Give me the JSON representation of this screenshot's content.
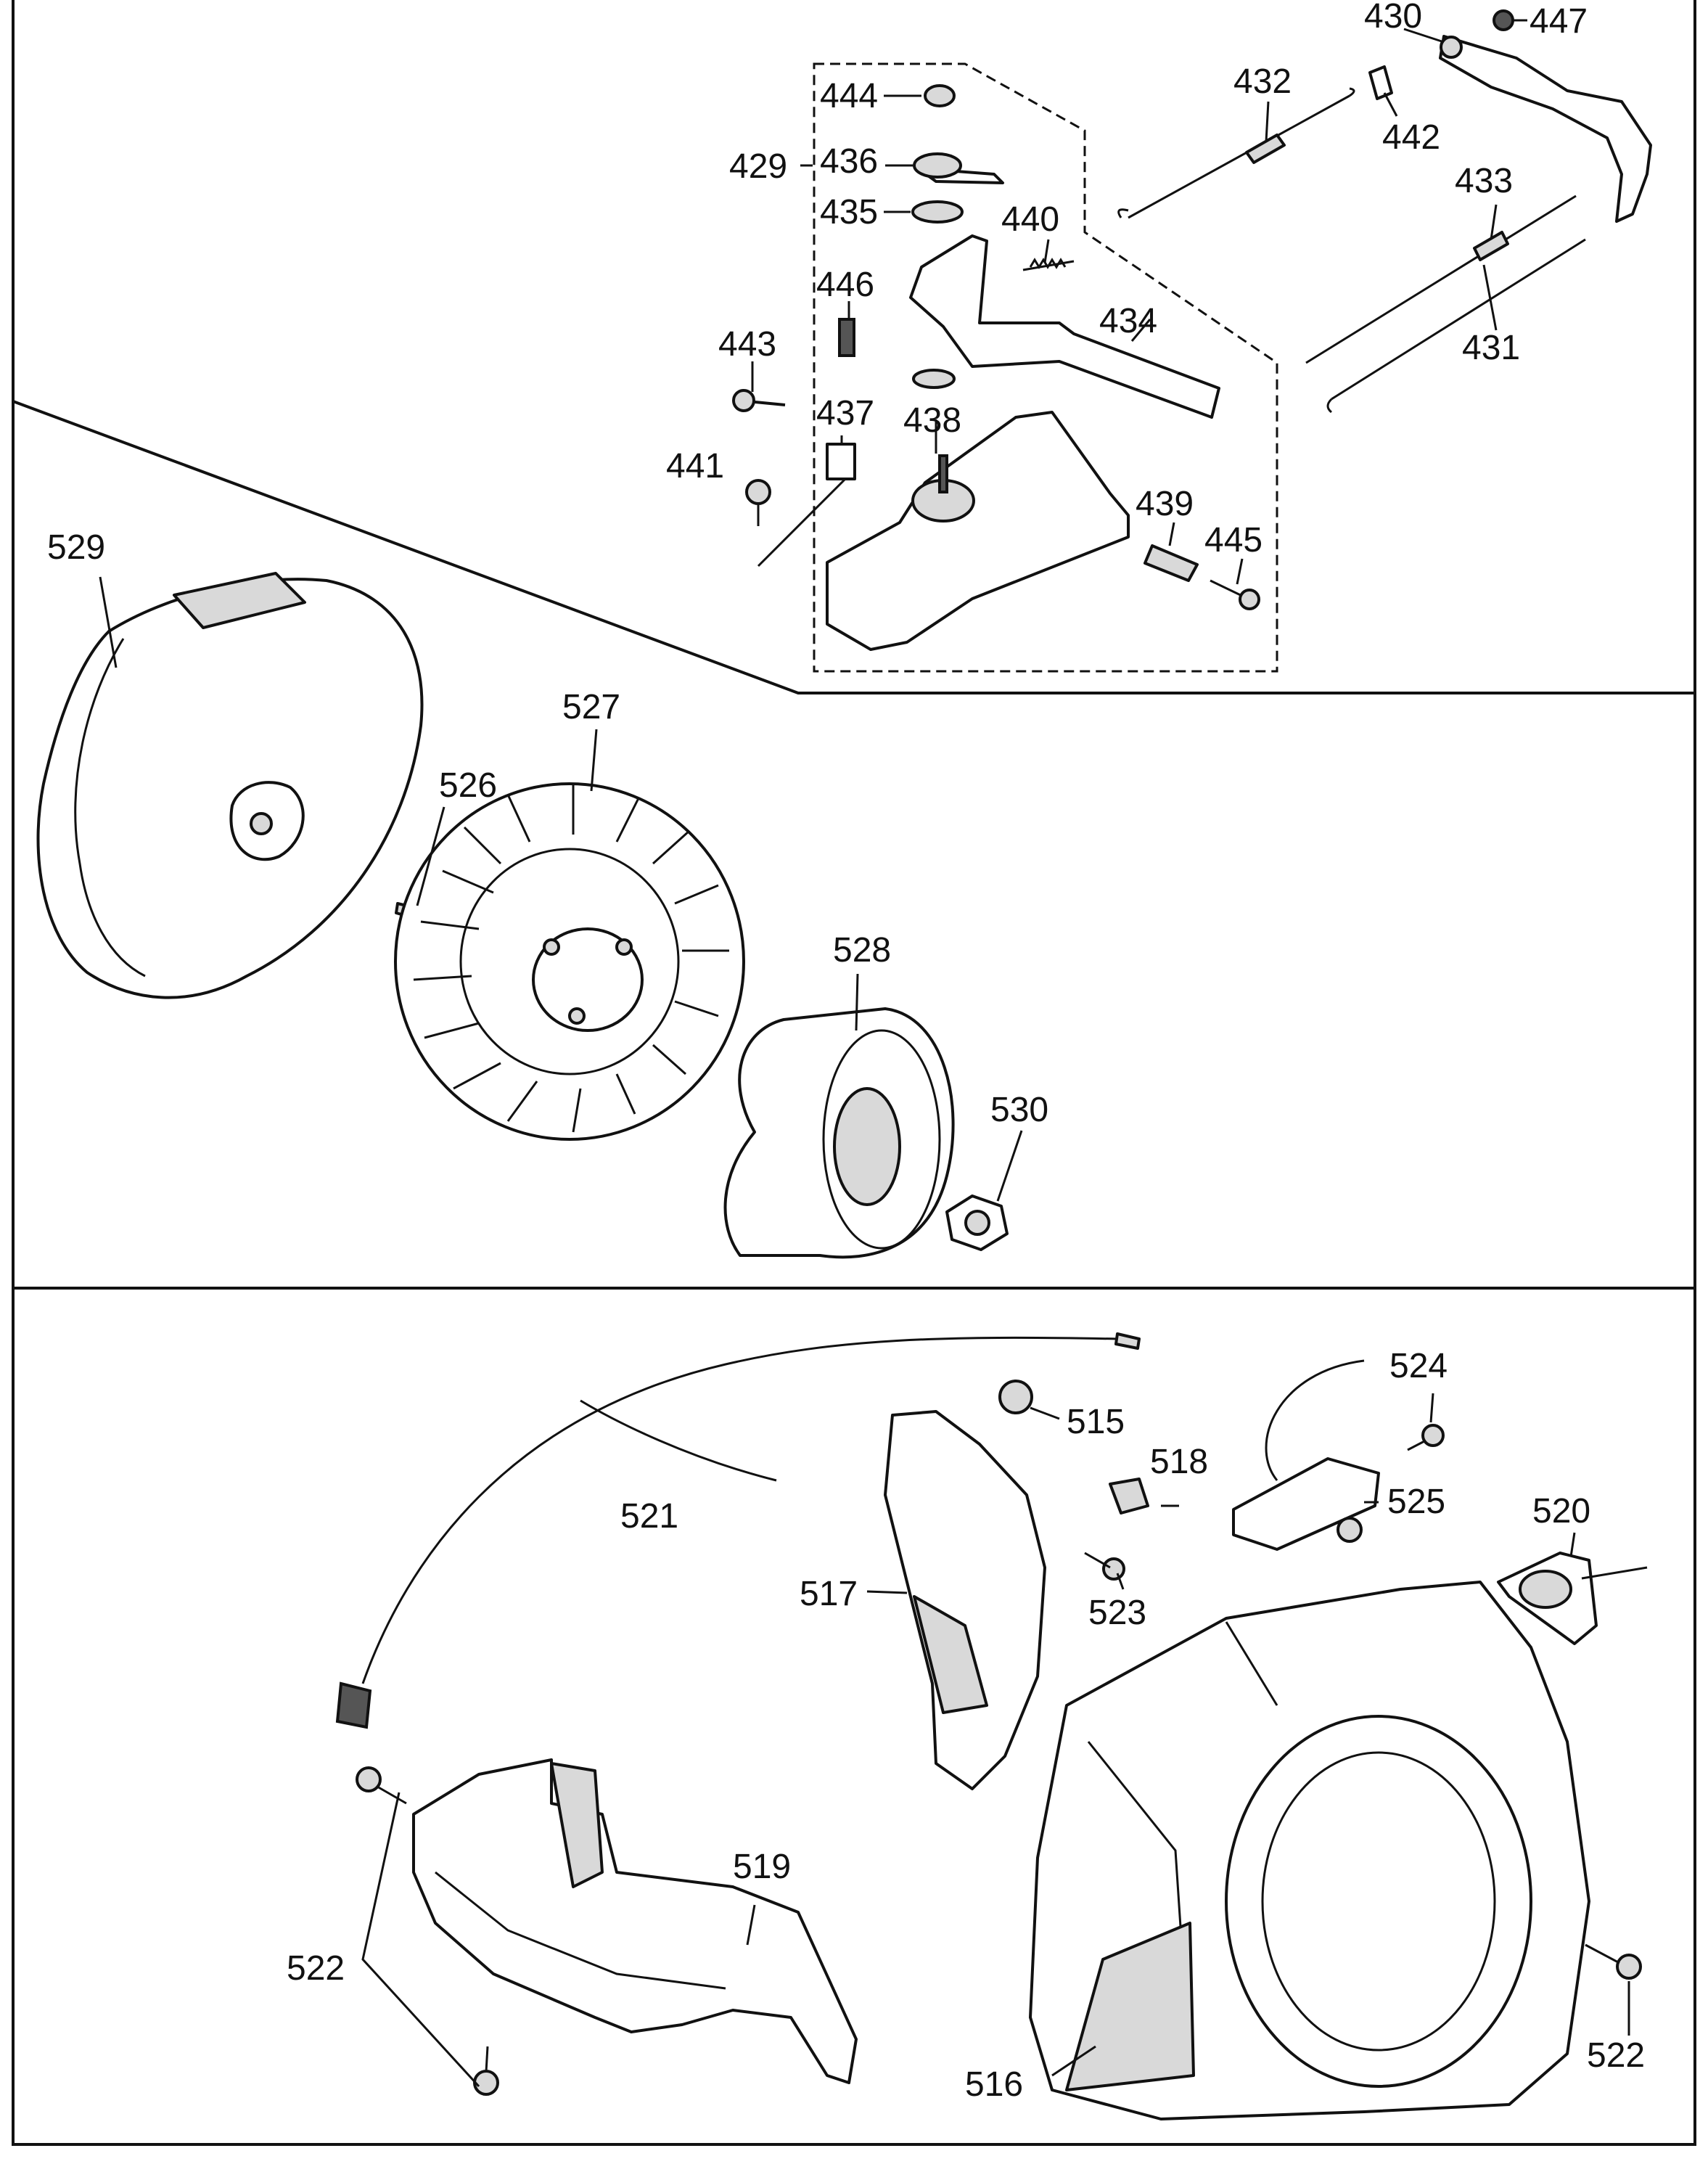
{
  "labels": {
    "p429": "429",
    "p430": "430",
    "p431": "431",
    "p432": "432",
    "p433": "433",
    "p434": "434",
    "p435": "435",
    "p436": "436",
    "p437": "437",
    "p438": "438",
    "p439": "439",
    "p440": "440",
    "p441": "441",
    "p442": "442",
    "p443": "443",
    "p444": "444",
    "p445": "445",
    "p446": "446",
    "p447": "447",
    "p515": "515",
    "p516": "516",
    "p517": "517",
    "p518": "518",
    "p519": "519",
    "p520": "520",
    "p521": "521",
    "p522a": "522",
    "p522b": "522",
    "p523": "523",
    "p524": "524",
    "p525": "525",
    "p526": "526",
    "p527": "527",
    "p528": "528",
    "p529": "529",
    "p530": "530"
  },
  "colors": {
    "ink": "#111111",
    "paper": "#ffffff",
    "shade": "#d9d9d9"
  }
}
